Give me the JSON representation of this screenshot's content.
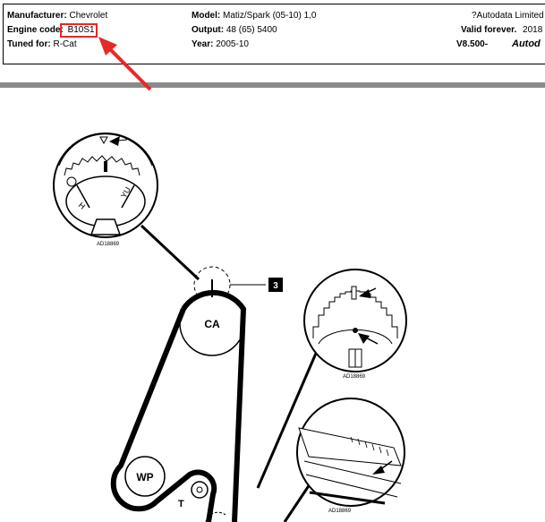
{
  "header": {
    "manufacturer_label": "Manufacturer:",
    "manufacturer_value": "Chevrolet",
    "engine_code_label": "Engine code:",
    "engine_code_value": "B10S1",
    "tuned_for_label": "Tuned for:",
    "tuned_for_value": "R-Cat",
    "model_label": "Model:",
    "model_value": "Matiz/Spark (05-10) 1,0",
    "output_label": "Output:",
    "output_value": "48 (65) 5400",
    "year_label": "Year:",
    "year_value": "2005-10",
    "copyright_text": "?Autodata Limited",
    "valid_label": "Valid forever.",
    "valid_value": "2018",
    "version_text": "V8.500-",
    "logo_text": "Autod"
  },
  "diagram": {
    "camshaft_label": "CA",
    "waterpump_label": "WP",
    "tensioner_label": "T",
    "callout_number": "3",
    "detail_marks": {
      "camshaft_h": "H",
      "camshaft_yu": "YU"
    },
    "figure_codes": [
      "AD18869",
      "AD18869",
      "AD18869"
    ]
  },
  "colors": {
    "annotation_red": "#e52a2a",
    "divider_gray": "#8a8a8a"
  }
}
